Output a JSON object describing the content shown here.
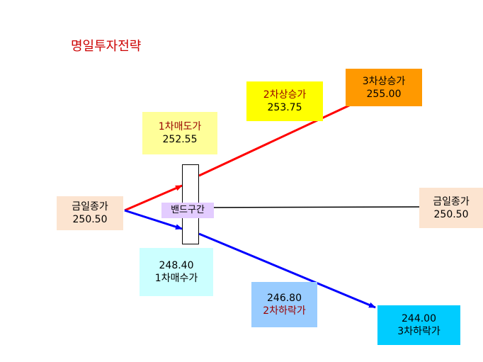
{
  "title": "명일투자전략",
  "colors": {
    "title": "#cc0000",
    "rise_line": "#ff0000",
    "fall_line": "#0000ff",
    "flat_line": "#000000",
    "today_close_bg": "#fce4d0",
    "first_sell_bg": "#ffff99",
    "second_rise_bg": "#ffff00",
    "third_rise_bg": "#ff9900",
    "first_buy_bg": "#ccffff",
    "second_fall_bg": "#99ccff",
    "third_fall_bg": "#00ccff",
    "band_label_bg": "#e3ccff"
  },
  "today_close_left": {
    "label": "금일종가",
    "value": "250.50"
  },
  "first_sell": {
    "label": "1차매도가",
    "value": "252.55"
  },
  "second_rise": {
    "label": "2차상승가",
    "value": "253.75"
  },
  "third_rise": {
    "label": "3차상승가",
    "value": "255.00"
  },
  "band": {
    "label": "밴드구간"
  },
  "today_close_right": {
    "label": "금일종가",
    "value": "250.50"
  },
  "first_buy": {
    "value": "248.40",
    "label": "1차매수가"
  },
  "second_fall": {
    "value": "246.80",
    "label": "2차하락가"
  },
  "third_fall": {
    "value": "244.00",
    "label": "3차하락가"
  }
}
